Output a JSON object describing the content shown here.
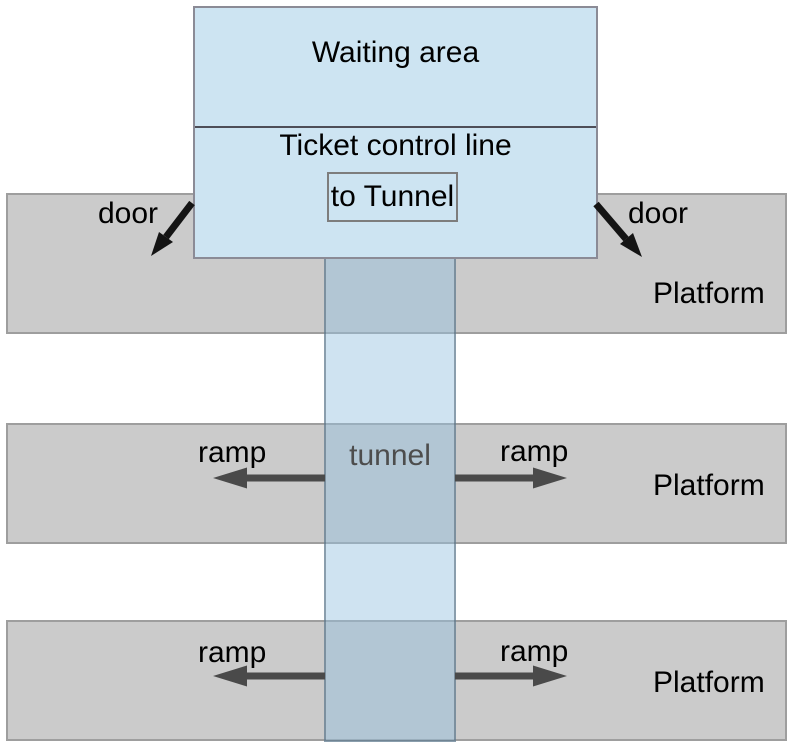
{
  "waiting_area": {
    "label": "Waiting area"
  },
  "ticket_control": {
    "label": "Ticket control line",
    "to_tunnel_label": "to Tunnel"
  },
  "tunnel": {
    "label": "tunnel"
  },
  "doors": [
    {
      "side": "left",
      "label": "door"
    },
    {
      "side": "right",
      "label": "door"
    }
  ],
  "platforms": [
    {
      "label": "Platform"
    },
    {
      "label": "Platform",
      "ramps": [
        {
          "direction": "left",
          "label": "ramp"
        },
        {
          "direction": "right",
          "label": "ramp"
        }
      ]
    },
    {
      "label": "Platform",
      "ramps": [
        {
          "direction": "left",
          "label": "ramp"
        },
        {
          "direction": "right",
          "label": "ramp"
        }
      ]
    }
  ],
  "colors": {
    "waiting_fill": "#cde4f2",
    "waiting_border": "#8b8b96",
    "divider": "#4e4e58",
    "to_tunnel_border": "#7d7d7d",
    "platform_fill": "#cbcbcb",
    "platform_border": "#9e9e9e",
    "tunnel_overlay": "rgba(148,193,224,0.45)",
    "tunnel_border": "rgba(70,90,105,0.5)",
    "tunnel_text": "#4d4d4d",
    "arrow_door": "#141414",
    "arrow_ramp": "#4a4a4a"
  }
}
